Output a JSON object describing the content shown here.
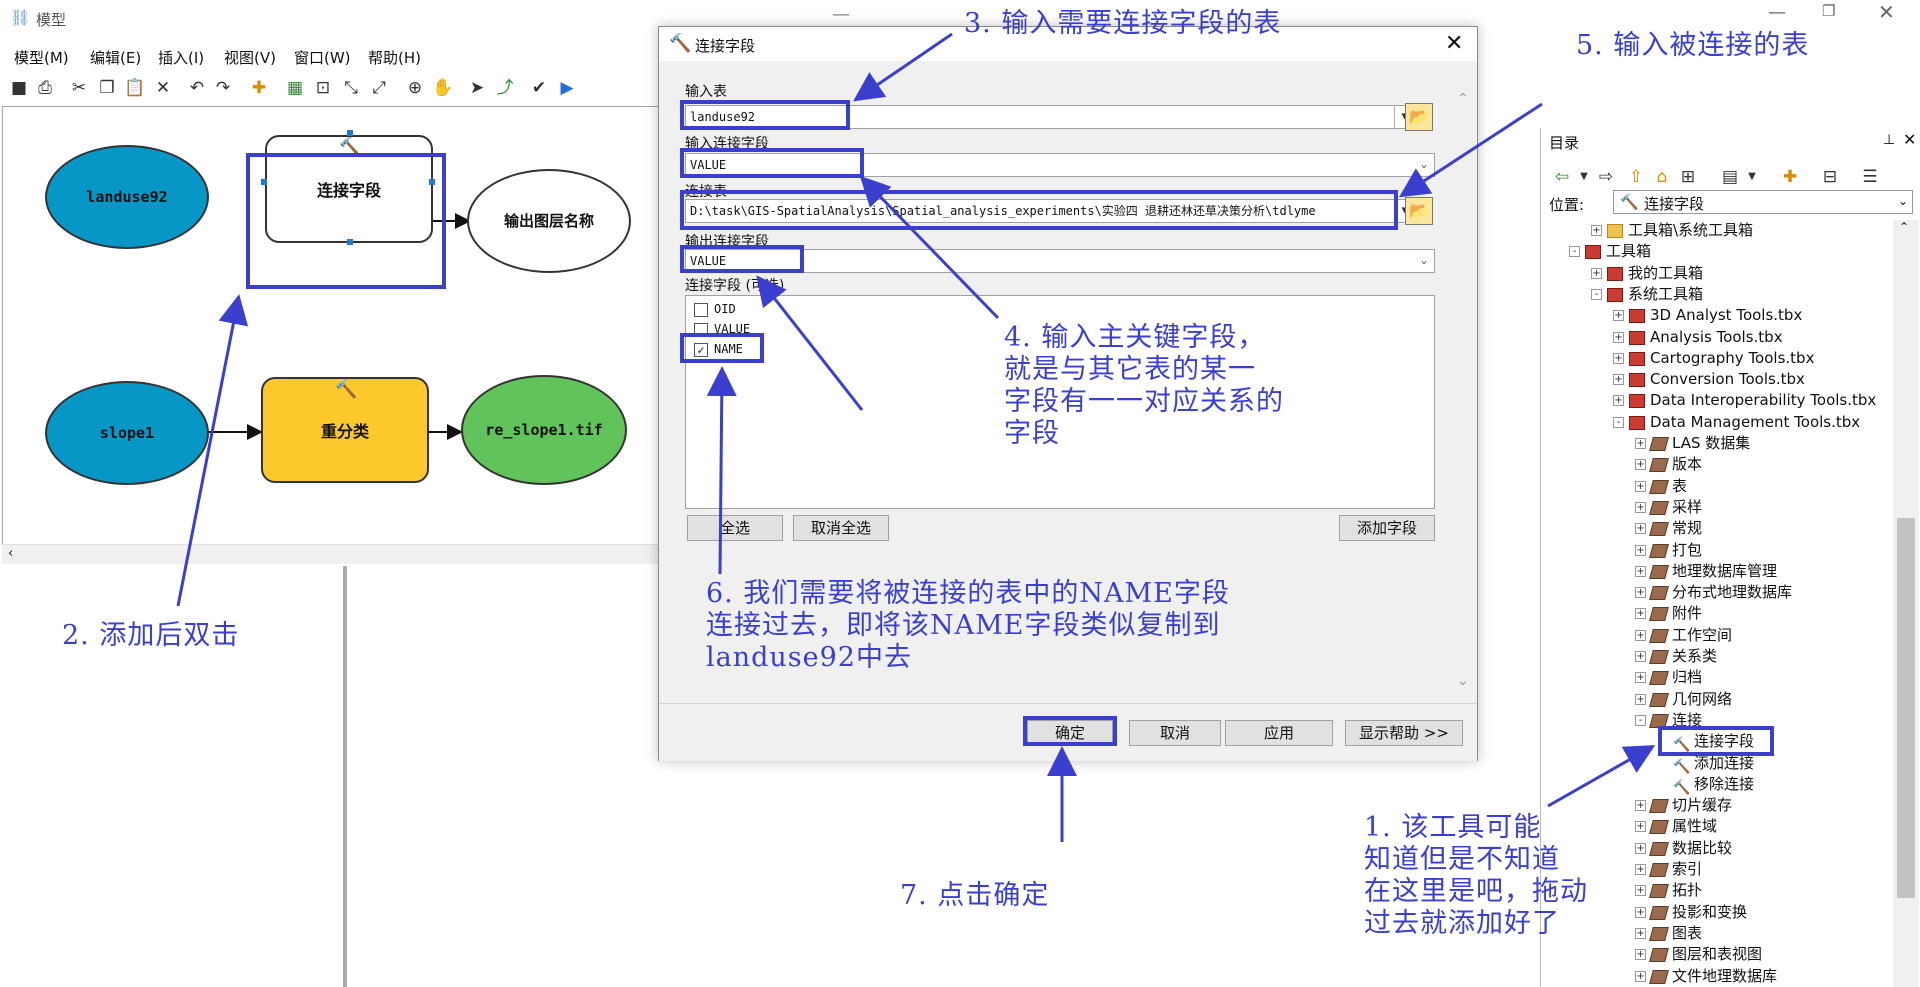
{
  "model_window": {
    "title": "模型",
    "menus": [
      "模型(M)",
      "编辑(E)",
      "插入(I)",
      "视图(V)",
      "窗口(W)",
      "帮助(H)"
    ],
    "nodes": {
      "landuse": "landuse92",
      "join_tool": "连接字段",
      "output_layer": "输出图层名称",
      "slope": "slope1",
      "reclass": "重分类",
      "reslope": "re_slope1.tif"
    },
    "colors": {
      "blue": "#0797c7",
      "yellow": "#fcc82b",
      "green": "#60c45a"
    }
  },
  "dialog": {
    "title": "连接字段",
    "input_table_label": "输入表",
    "input_table_value": "landuse92",
    "input_join_field_label": "输入连接字段",
    "input_join_field_value": "VALUE",
    "join_table_label": "连接表",
    "join_table_value": "D:\\task\\GIS-SpatialAnalysis\\Spatial_analysis_experiments\\实验四 退耕还林还草决策分析\\tdlyme",
    "output_join_field_label": "输出连接字段",
    "output_join_field_value": "VALUE",
    "fields_label": "连接字段 (可选)",
    "fields": [
      {
        "name": "OID",
        "checked": false
      },
      {
        "name": "VALUE",
        "checked": false
      },
      {
        "name": "NAME",
        "checked": true
      }
    ],
    "select_all": "全选",
    "clear_all": "取消全选",
    "add_field": "添加字段",
    "ok": "确定",
    "cancel": "取消",
    "apply": "应用",
    "show_help": "显示帮助 >>"
  },
  "catalog": {
    "title": "目录",
    "location_label": "位置:",
    "location_value": "连接字段",
    "tree": [
      {
        "label": "工具箱\\系统工具箱",
        "icon": "folder",
        "level": 1,
        "expander": "+"
      },
      {
        "label": "工具箱",
        "icon": "toolbox",
        "level": 0,
        "expander": "-"
      },
      {
        "label": "我的工具箱",
        "icon": "toolbox",
        "level": 1,
        "expander": "+"
      },
      {
        "label": "系统工具箱",
        "icon": "toolbox",
        "level": 1,
        "expander": "-"
      },
      {
        "label": "3D Analyst Tools.tbx",
        "icon": "toolbox",
        "level": 2,
        "expander": "+"
      },
      {
        "label": "Analysis Tools.tbx",
        "icon": "toolbox",
        "level": 2,
        "expander": "+"
      },
      {
        "label": "Cartography Tools.tbx",
        "icon": "toolbox",
        "level": 2,
        "expander": "+"
      },
      {
        "label": "Conversion Tools.tbx",
        "icon": "toolbox",
        "level": 2,
        "expander": "+"
      },
      {
        "label": "Data Interoperability Tools.tbx",
        "icon": "toolbox",
        "level": 2,
        "expander": "+"
      },
      {
        "label": "Data Management Tools.tbx",
        "icon": "toolbox",
        "level": 2,
        "expander": "-"
      },
      {
        "label": "LAS 数据集",
        "icon": "toolset",
        "level": 3,
        "expander": "+"
      },
      {
        "label": "版本",
        "icon": "toolset",
        "level": 3,
        "expander": "+"
      },
      {
        "label": "表",
        "icon": "toolset",
        "level": 3,
        "expander": "+"
      },
      {
        "label": "采样",
        "icon": "toolset",
        "level": 3,
        "expander": "+"
      },
      {
        "label": "常规",
        "icon": "toolset",
        "level": 3,
        "expander": "+"
      },
      {
        "label": "打包",
        "icon": "toolset",
        "level": 3,
        "expander": "+"
      },
      {
        "label": "地理数据库管理",
        "icon": "toolset",
        "level": 3,
        "expander": "+"
      },
      {
        "label": "分布式地理数据库",
        "icon": "toolset",
        "level": 3,
        "expander": "+"
      },
      {
        "label": "附件",
        "icon": "toolset",
        "level": 3,
        "expander": "+"
      },
      {
        "label": "工作空间",
        "icon": "toolset",
        "level": 3,
        "expander": "+"
      },
      {
        "label": "关系类",
        "icon": "toolset",
        "level": 3,
        "expander": "+"
      },
      {
        "label": "归档",
        "icon": "toolset",
        "level": 3,
        "expander": "+"
      },
      {
        "label": "几何网络",
        "icon": "toolset",
        "level": 3,
        "expander": "+"
      },
      {
        "label": "连接",
        "icon": "toolset",
        "level": 3,
        "expander": "-"
      },
      {
        "label": "连接字段",
        "icon": "hammer",
        "level": 4,
        "expander": ""
      },
      {
        "label": "添加连接",
        "icon": "hammer",
        "level": 4,
        "expander": ""
      },
      {
        "label": "移除连接",
        "icon": "hammer",
        "level": 4,
        "expander": ""
      },
      {
        "label": "切片缓存",
        "icon": "toolset",
        "level": 3,
        "expander": "+"
      },
      {
        "label": "属性域",
        "icon": "toolset",
        "level": 3,
        "expander": "+"
      },
      {
        "label": "数据比较",
        "icon": "toolset",
        "level": 3,
        "expander": "+"
      },
      {
        "label": "索引",
        "icon": "toolset",
        "level": 3,
        "expander": "+"
      },
      {
        "label": "拓扑",
        "icon": "toolset",
        "level": 3,
        "expander": "+"
      },
      {
        "label": "投影和变换",
        "icon": "toolset",
        "level": 3,
        "expander": "+"
      },
      {
        "label": "图表",
        "icon": "toolset",
        "level": 3,
        "expander": "+"
      },
      {
        "label": "图层和表视图",
        "icon": "toolset",
        "level": 3,
        "expander": "+"
      },
      {
        "label": "文件地理数据库",
        "icon": "toolset",
        "level": 3,
        "expander": "+"
      }
    ]
  },
  "annotations": {
    "a1": [
      "1. 该工具可能",
      "知道但是不知道",
      "在这里是吧，拖动",
      "过去就添加好了"
    ],
    "a2": [
      "2. 添加后双击"
    ],
    "a3": [
      "3. 输入需要连接字段的表"
    ],
    "a4": [
      "4. 输入主关键字段，",
      "就是与其它表的某一",
      "字段有一一对应关系的",
      "字段"
    ],
    "a5": [
      "5. 输入被连接的表"
    ],
    "a6": [
      "6. 我们需要将被连接的表中的NAME字段",
      "连接过去，即将该NAME字段类似复制到",
      "landuse92中去"
    ],
    "a7": [
      "7. 点击确定"
    ],
    "color": "#3a3fd0"
  }
}
